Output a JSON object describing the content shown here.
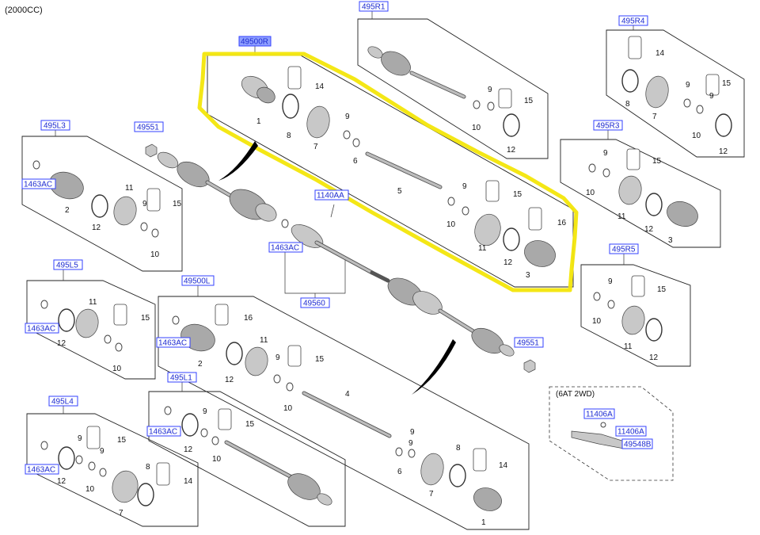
{
  "header": {
    "engine_note": "(2000CC)"
  },
  "refs": {
    "r495R1": "495R1",
    "r495R4": "495R4",
    "r49500R": "49500R",
    "r495L3": "495L3",
    "r49551_top": "49551",
    "r1463AC_L3": "1463AC",
    "r1140AA": "1140AA",
    "r1463AC_mid": "1463AC",
    "r49560": "49560",
    "r495R3": "495R3",
    "r495R5": "495R5",
    "r495L5": "495L5",
    "r1463AC_L5": "1463AC",
    "r49500L": "49500L",
    "r1463AC_L": "1463AC",
    "r49551_bot": "49551",
    "r495L1": "495L1",
    "r1463AC_L1": "1463AC",
    "r495L4": "495L4",
    "r1463AC_L4": "1463AC",
    "r11406A_a": "11406A",
    "r11406A_b": "11406A",
    "r49548B": "49548B"
  },
  "inset": {
    "label": "(6AT 2WD)"
  },
  "nums": {
    "n1": "1",
    "n2": "2",
    "n3": "3",
    "n4": "4",
    "n5": "5",
    "n6": "6",
    "n7": "7",
    "n8": "8",
    "n9": "9",
    "n10": "10",
    "n11": "11",
    "n12": "12",
    "n14": "14",
    "n15": "15",
    "n16": "16"
  }
}
